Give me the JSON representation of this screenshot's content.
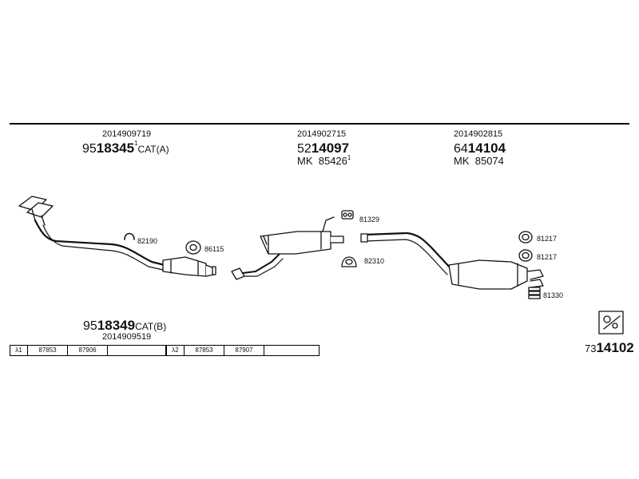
{
  "groups": [
    {
      "ref": "2014909719",
      "num_prefix": "95",
      "num_main": "18345",
      "sup": "1",
      "suffix": "CAT(A)"
    },
    {
      "ref": "2014902715",
      "num_prefix": "52",
      "num_main": "14097",
      "mk_prefix": "MK",
      "mk_num": "85426",
      "mk_sup": "1"
    },
    {
      "ref": "2014902815",
      "num_prefix": "64",
      "num_main": "14104",
      "mk_prefix": "MK",
      "mk_num": "85074"
    }
  ],
  "lower_group": {
    "num_prefix": "95",
    "num_main": "18349",
    "suffix": "CAT(B)",
    "ref": "2014909519"
  },
  "parts": {
    "p82190": "82190",
    "p86115": "86115",
    "p81329": "81329",
    "p82310": "82310",
    "p81217a": "81217",
    "p81217b": "81217",
    "p81330": "81330"
  },
  "lambda_rows": [
    {
      "label": "λ1",
      "cells": [
        "87853",
        "87906",
        ""
      ]
    },
    {
      "label": "λ2",
      "cells": [
        "87853",
        "87907",
        ""
      ]
    }
  ],
  "footer": {
    "prefix": "73",
    "main": "14102"
  }
}
